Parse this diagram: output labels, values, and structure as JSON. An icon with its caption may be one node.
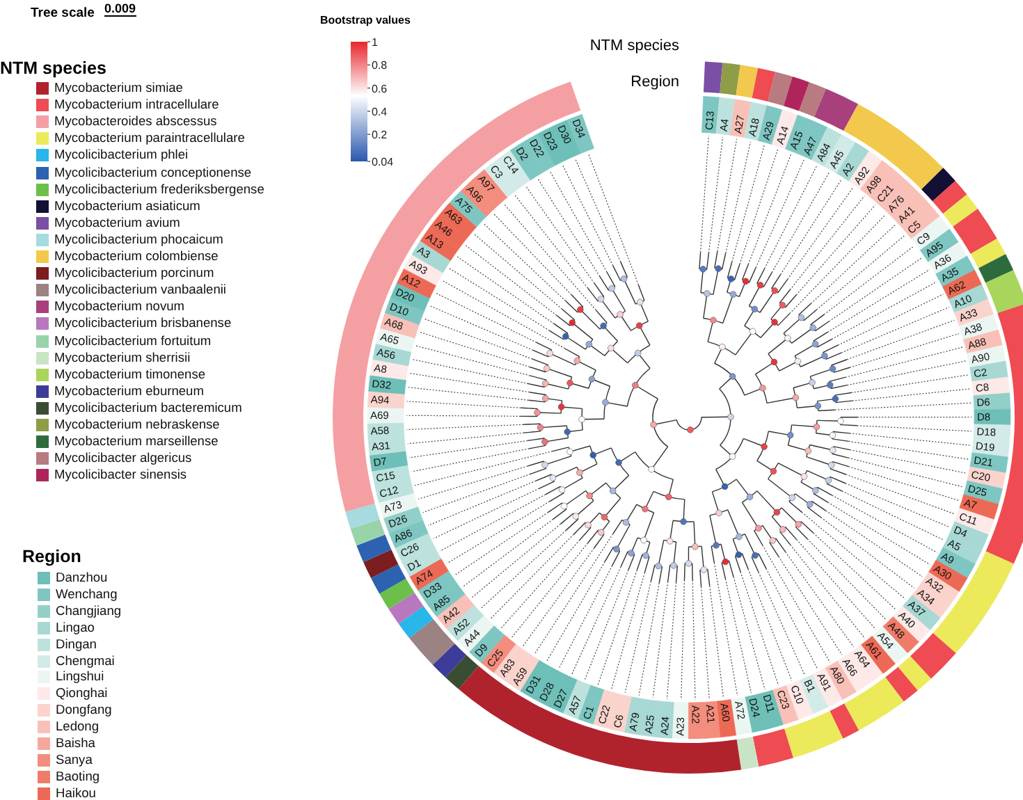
{
  "diagram": {
    "labels": [
      "Tree scale",
      "0.009",
      "Bootstrap values",
      "1",
      "0.8",
      "0.6",
      "0.4",
      "0.2",
      "0.04",
      "NTM species",
      "Region",
      "NTM species",
      "Region",
      "C13",
      "A4",
      "A27",
      "A18",
      "A29",
      "A14",
      "A15",
      "A47",
      "A84",
      "A45",
      "A2",
      "A92",
      "A98",
      "C21",
      "A76",
      "A41",
      "C5",
      "C9",
      "A95",
      "A36",
      "A35",
      "A62",
      "A10",
      "A33",
      "A38",
      "A88",
      "A90",
      "C2",
      "C8",
      "D6",
      "D8",
      "D18",
      "D19",
      "D21",
      "C20",
      "D25",
      "A7",
      "C11",
      "D4",
      "A5",
      "A9",
      "A30",
      "A32",
      "A34",
      "A37",
      "A40",
      "A48",
      "A54",
      "A61",
      "A64",
      "A66",
      "A80",
      "A91",
      "B1",
      "C10",
      "C23",
      "D11",
      "D24",
      "A72",
      "A60",
      "A21",
      "A22",
      "A23",
      "A24",
      "A25",
      "A79",
      "C6",
      "C22",
      "C1",
      "A57",
      "D27",
      "D28",
      "D31",
      "A59",
      "A83",
      "C25",
      "D9",
      "A44",
      "A52",
      "A42",
      "A85",
      "D33",
      "A74",
      "D1",
      "C26",
      "A86",
      "D26",
      "A73",
      "C12",
      "C15",
      "D7",
      "A31",
      "A58",
      "A69",
      "A94",
      "D32",
      "A8",
      "A56",
      "A65",
      "A68",
      "D10",
      "D20",
      "A12",
      "A93",
      "A3",
      "A13",
      "A46",
      "A63",
      "A75",
      "A96",
      "A97",
      "C3",
      "C14",
      "D2",
      "D22",
      "D23",
      "D30",
      "D34"
    ],
    "legend": [
      {
        "text": "Mycobacterium simiae",
        "color": "#b0232d"
      },
      {
        "text": "Mycobacterium intracellulare",
        "color": "#ef4b52"
      },
      {
        "text": "Mycobacteroides abscessus",
        "color": "#f4a0a3"
      },
      {
        "text": "Mycobacterium paraintracellulare",
        "color": "#ecea5a"
      },
      {
        "text": "Mycolicibacterium phlei",
        "color": "#29b6e8"
      },
      {
        "text": "Mycolicibacterium conceptionense",
        "color": "#2c62b0"
      },
      {
        "text": "Mycolicibacterium frederiksbergense",
        "color": "#6cc04a"
      },
      {
        "text": "Mycobacterium asiaticum",
        "color": "#140f35"
      },
      {
        "text": "Mycobacterium avium",
        "color": "#7a4fa5"
      },
      {
        "text": "Mycolicibacterium phocaicum",
        "color": "#a6dbe0"
      },
      {
        "text": "Mycobacterium colombiense",
        "color": "#f2c94c"
      },
      {
        "text": "Mycolicibacterium porcinum",
        "color": "#7c1d1f"
      },
      {
        "text": "Mycolicibacterium vanbaalenii",
        "color": "#9b8283"
      },
      {
        "text": "Mycobacterium novum",
        "color": "#a9407e"
      },
      {
        "text": "Mycolicibacterium brisbanense",
        "color": "#b878c0"
      },
      {
        "text": "Mycolicibacterium fortuitum",
        "color": "#98d3a9"
      },
      {
        "text": "Mycobacterium sherrisii",
        "color": "#c9e4c5"
      },
      {
        "text": "Mycobacterium timonense",
        "color": "#a8d55c"
      },
      {
        "text": "Mycobacterium eburneum",
        "color": "#3d3c98"
      },
      {
        "text": "Mycolicibacterium bacteremicum",
        "color": "#3a4d32"
      },
      {
        "text": "Mycobacterium nebraskense",
        "color": "#8f9c48"
      },
      {
        "text": "Mycobacterium marseillense",
        "color": "#2d6b3c"
      },
      {
        "text": "Mycolicibacter algericus",
        "color": "#b77b80"
      },
      {
        "text": "Mycolicibacter sinensis",
        "color": "#b0245c"
      },
      {
        "text": "Danzhou",
        "color": "#6dbfb8"
      },
      {
        "text": "Wenchang",
        "color": "#7ec6c1"
      },
      {
        "text": "Changjiang",
        "color": "#93cfc9"
      },
      {
        "text": "Lingao",
        "color": "#a7d8d3"
      },
      {
        "text": "Dingan",
        "color": "#bde2de"
      },
      {
        "text": "Chengmai",
        "color": "#d3ebe8"
      },
      {
        "text": "Lingshui",
        "color": "#ebf6f3"
      },
      {
        "text": "Qionghai",
        "color": "#fde9e7"
      },
      {
        "text": "Dongfang",
        "color": "#fbd3cd"
      },
      {
        "text": "Ledong",
        "color": "#f9c0b7"
      },
      {
        "text": "Baisha",
        "color": "#f6a89c"
      },
      {
        "text": "Sanya",
        "color": "#f38d7d"
      },
      {
        "text": "Baoting",
        "color": "#ef7c69"
      },
      {
        "text": "Haikou",
        "color": "#ec6a55"
      }
    ]
  }
}
